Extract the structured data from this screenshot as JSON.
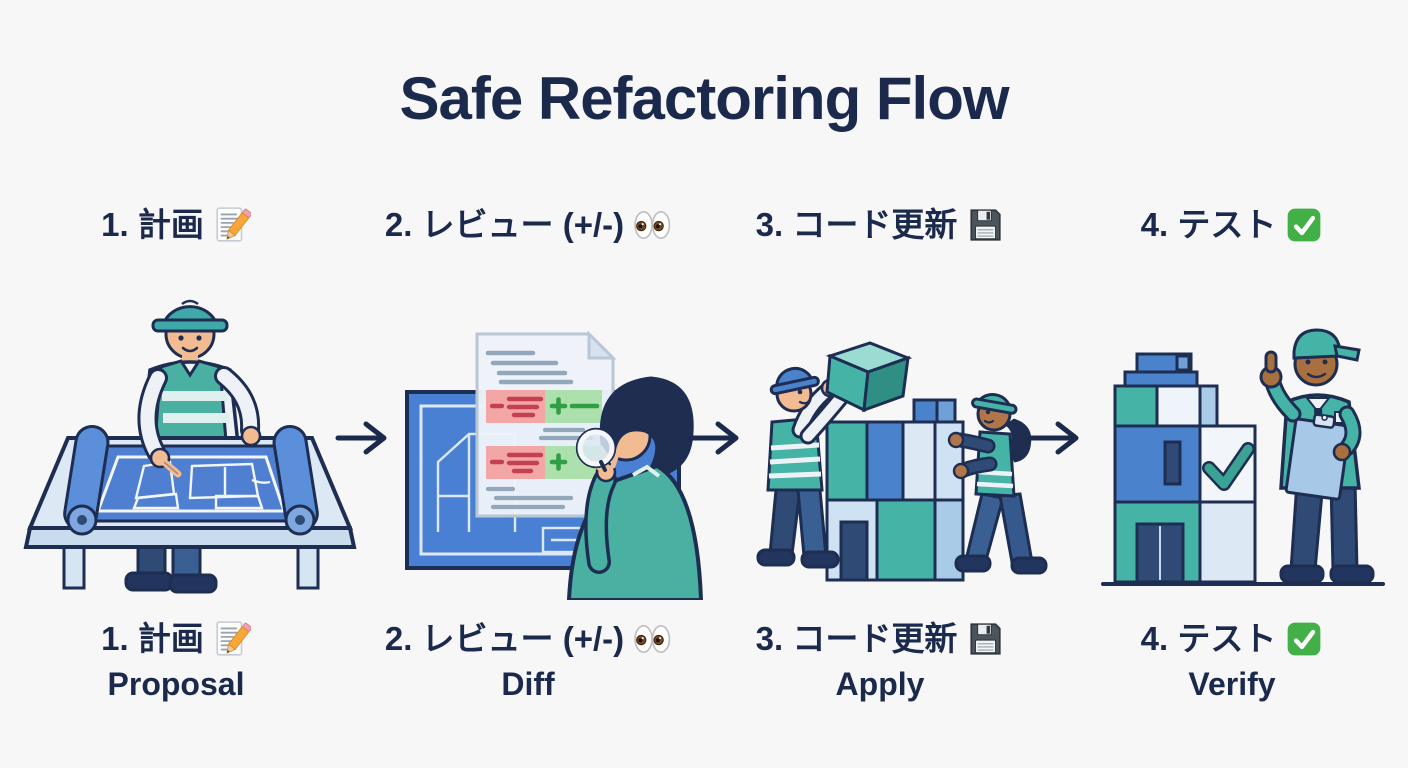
{
  "page": {
    "title": "Safe Refactoring Flow",
    "background_color": "#f7f7f8",
    "text_color": "#1b2a4c"
  },
  "steps": [
    {
      "id": 1,
      "label": "1. 計画",
      "icon": "memo-icon",
      "sublabel": "Proposal",
      "illustration": "worker-planning-blueprint-table"
    },
    {
      "id": 2,
      "label": "2. レビュー (+/-)",
      "icon": "eyes-icon",
      "sublabel": "Diff",
      "illustration": "reviewer-inspecting-diff-document"
    },
    {
      "id": 3,
      "label": "3. コード更新",
      "icon": "floppy-disk-icon",
      "sublabel": "Apply",
      "illustration": "workers-stacking-blocks"
    },
    {
      "id": 4,
      "label": "4. テスト",
      "icon": "check-mark-icon",
      "sublabel": "Verify",
      "illustration": "inspector-verified-building"
    }
  ],
  "colors": {
    "teal": "#45b3a6",
    "teal_dark": "#2f8f84",
    "blue": "#4b82cc",
    "blueprint_blue": "#4f7fd0",
    "light_blue": "#d5e5f2",
    "navy_outline": "#1e2d52",
    "diff_removed_bg": "#f2a6a6",
    "diff_removed_line": "#c4404f",
    "diff_added_bg": "#ace0ac",
    "diff_added_line": "#2f9e44"
  }
}
